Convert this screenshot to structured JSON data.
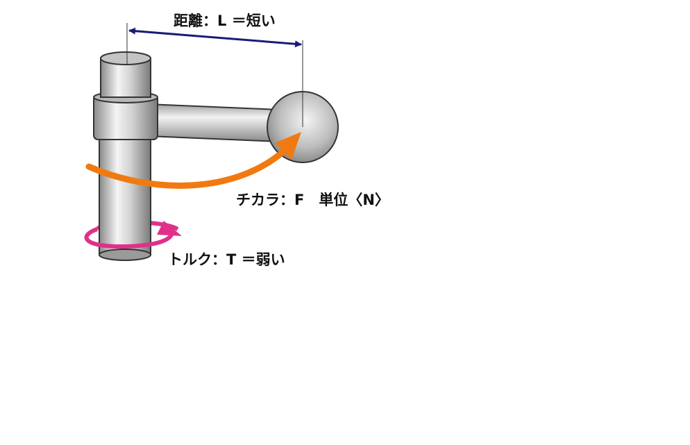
{
  "labels": {
    "distance": "距離：L ＝短い",
    "force": "チカラ：F　単位〈N〉",
    "torque": "トルク：T ＝弱い"
  },
  "colors": {
    "dimension_arrow": "#1a1a7a",
    "force_arrow": "#f07a10",
    "torque_arrow": "#e0308a",
    "metal_dark": "#7a7a7a",
    "metal_light": "#f2f2f2"
  }
}
